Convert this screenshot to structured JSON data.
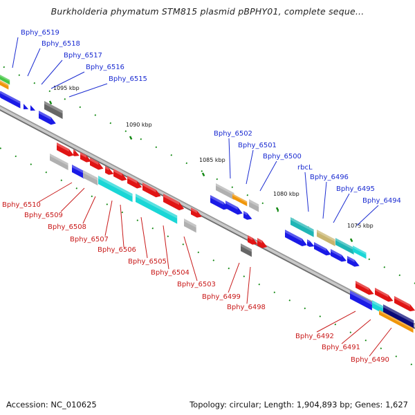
{
  "title": "Burkholderia phymatum STM815 plasmid pBPHY01, complete seque...",
  "accession_text": "Accession: NC_010625",
  "topology_text": "Topology: circular; Length: 1,904,893 bp; Genes: 1,627",
  "colors": {
    "backbone": "#8c8c8c",
    "tick": "#118811",
    "top_label": "#1a2bd1",
    "bottom_label": "#c81818",
    "gene_blue": "#1a1ae6",
    "gene_red": "#e01414",
    "gene_gray": "#b0b0b0",
    "gene_darkgray": "#666666",
    "gene_cyan": "#1ad6d6",
    "gene_teal": "#1fb5b5",
    "gene_tan": "#c8b46e",
    "gene_orange": "#f0960a",
    "gene_green": "#46c846",
    "gene_navy": "#0a0a78"
  },
  "kbp_labels": [
    "1095 kbp",
    "1090 kbp",
    "1085 kbp",
    "1080 kbp",
    "1075 kbp"
  ],
  "top_labels": [
    "Bphy_6519",
    "Bphy_6518",
    "Bphy_6517",
    "Bphy_6516",
    "Bphy_6515",
    "Bphy_6502",
    "Bphy_6501",
    "Bphy_6500",
    "rbcL",
    "Bphy_6496",
    "Bphy_6495",
    "Bphy_6494"
  ],
  "bottom_labels": [
    "Bphy_6510",
    "Bphy_6509",
    "Bphy_6508",
    "Bphy_6507",
    "Bphy_6506",
    "Bphy_6505",
    "Bphy_6504",
    "Bphy_6503",
    "Bphy_6499",
    "Bphy_6498",
    "Bphy_6492",
    "Bphy_6491",
    "Bphy_6490"
  ]
}
